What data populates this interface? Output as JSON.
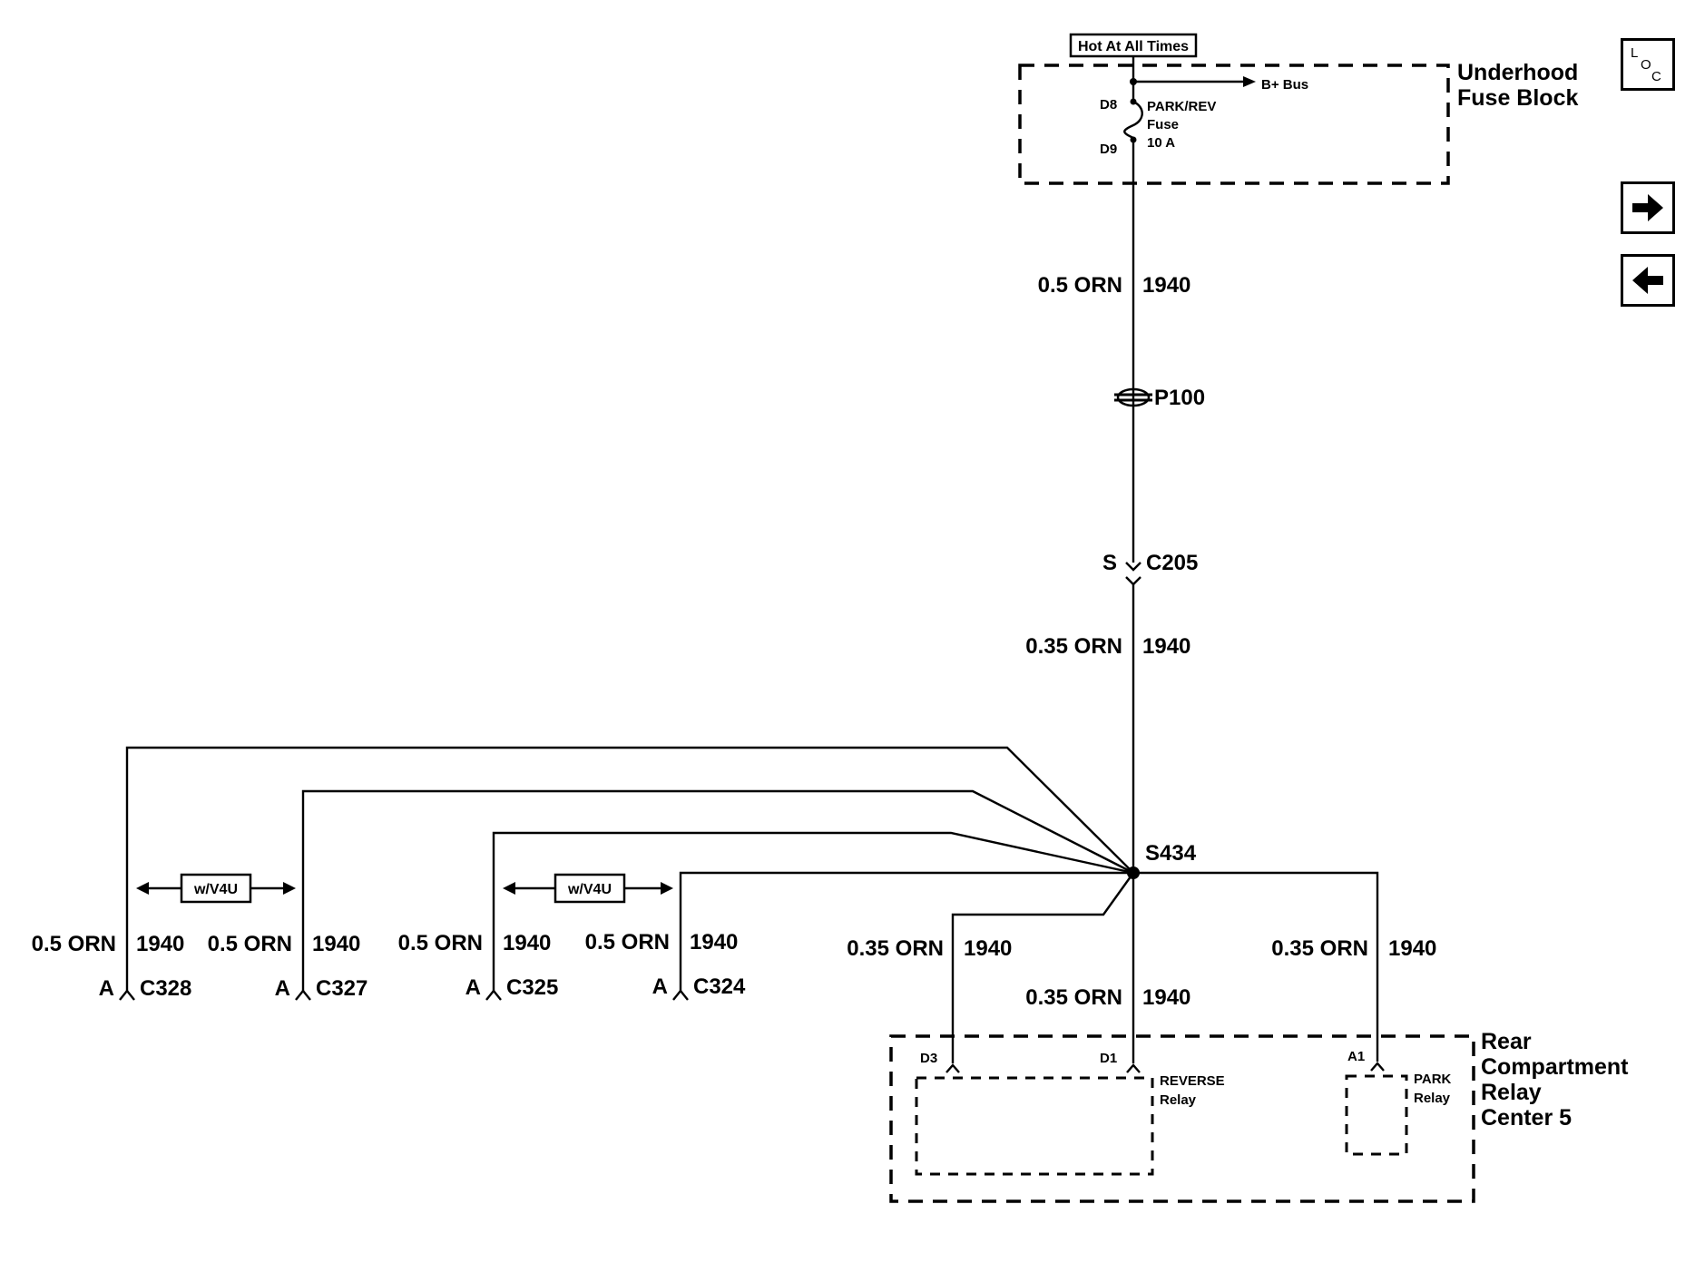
{
  "power": {
    "hot_label": "Hot At All Times",
    "bus_label": "B+ Bus",
    "fuse_block": {
      "line1": "Underhood",
      "line2": "Fuse Block"
    },
    "fuse": {
      "name": "PARK/REV",
      "type": "Fuse",
      "rating": "10 A",
      "pin_in": "D8",
      "pin_out": "D9"
    }
  },
  "trunk": {
    "wire1": {
      "gauge": "0.5 ORN",
      "circuit": "1940"
    },
    "passthrough": "P100",
    "connector": {
      "pin": "S",
      "name": "C205"
    },
    "wire2": {
      "gauge": "0.35 ORN",
      "circuit": "1940"
    },
    "splice": "S434"
  },
  "option_labels": [
    "w/V4U",
    "w/V4U"
  ],
  "branches": [
    {
      "gauge": "0.5 ORN",
      "circuit": "1940",
      "pin": "A",
      "connector": "C328"
    },
    {
      "gauge": "0.5 ORN",
      "circuit": "1940",
      "pin": "A",
      "connector": "C327"
    },
    {
      "gauge": "0.5 ORN",
      "circuit": "1940",
      "pin": "A",
      "connector": "C325"
    },
    {
      "gauge": "0.5 ORN",
      "circuit": "1940",
      "pin": "A",
      "connector": "C324"
    }
  ],
  "relay_wires": {
    "d3": {
      "gauge": "0.35 ORN",
      "circuit": "1940"
    },
    "d1": {
      "gauge": "0.35 ORN",
      "circuit": "1940"
    },
    "a1": {
      "gauge": "0.35 ORN",
      "circuit": "1940"
    }
  },
  "relay_center": {
    "lines": [
      "Rear",
      "Compartment",
      "Relay",
      "Center 5"
    ],
    "pins": {
      "d3": "D3",
      "d1": "D1",
      "a1": "A1"
    },
    "reverse_relay": {
      "name": "REVERSE",
      "type": "Relay"
    },
    "park_relay": {
      "name": "PARK",
      "type": "Relay"
    }
  },
  "nav": {
    "loc": {
      "l": "L",
      "o": "O",
      "c": "C"
    },
    "next_icon": "arrow-right-icon",
    "prev_icon": "arrow-left-icon"
  }
}
